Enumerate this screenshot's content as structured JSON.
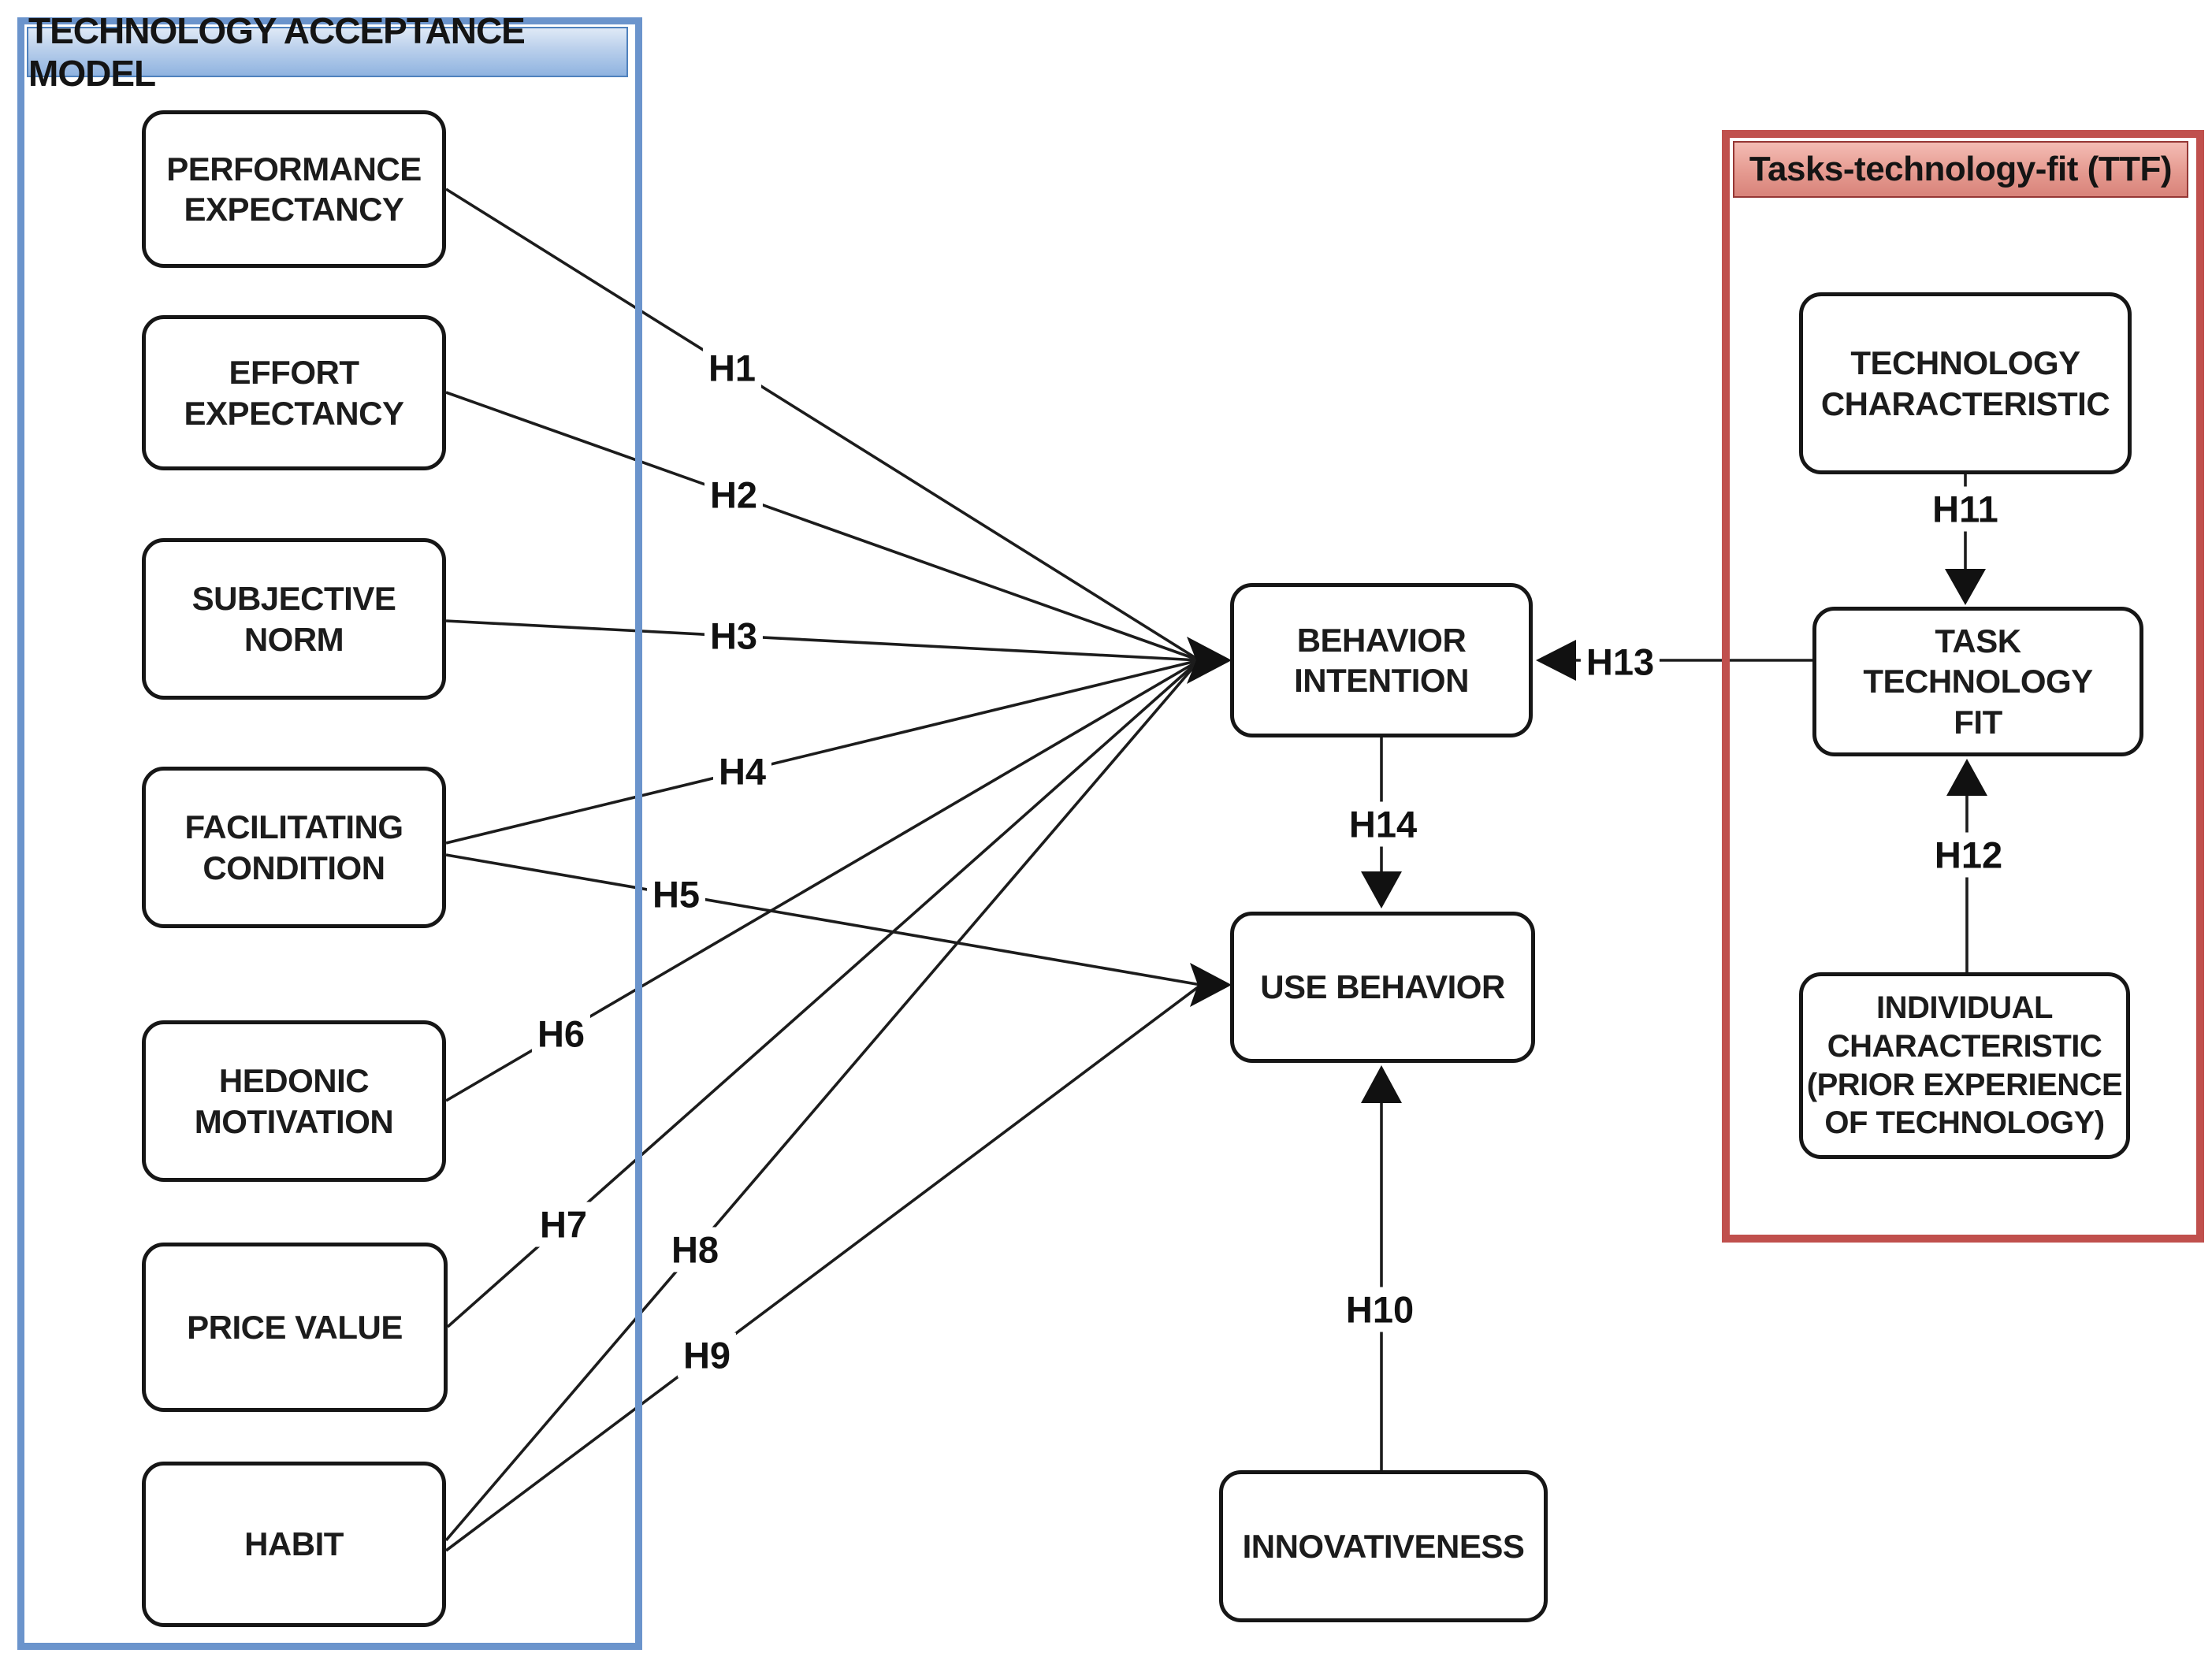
{
  "diagram_title": "TAM and TTF research model",
  "tam": {
    "title": "TECHNOLOGY ACCEPTANCE MODEL",
    "border_color": "#6b94cc",
    "header_border_color": "#4f81bd",
    "header_gradient": [
      "#dfe9f6",
      "#b9cfeb",
      "#8fb3e0"
    ],
    "nodes": [
      {
        "id": "performance-expectancy",
        "label": "PERFORMANCE\nEXPECTANCY"
      },
      {
        "id": "effort-expectancy",
        "label": "EFFORT\nEXPECTANCY"
      },
      {
        "id": "subjective-norm",
        "label": "SUBJECTIVE NORM"
      },
      {
        "id": "facilitating-condition",
        "label": "FACILITATING\nCONDITION"
      },
      {
        "id": "hedonic-motivation",
        "label": "HEDONIC\nMOTIVATION"
      },
      {
        "id": "price-value",
        "label": "PRICE VALUE"
      },
      {
        "id": "habit",
        "label": "HABIT"
      }
    ]
  },
  "center": {
    "nodes": [
      {
        "id": "behavior-intention",
        "label": "BEHAVIOR\nINTENTION"
      },
      {
        "id": "use-behavior",
        "label": "USE BEHAVIOR"
      },
      {
        "id": "innovativeness",
        "label": "INNOVATIVENESS"
      }
    ]
  },
  "ttf": {
    "title": "Tasks-technology-fit (TTF)",
    "border_color": "#c0504d",
    "header_border_color": "#953735",
    "header_gradient": [
      "#f4bcb4",
      "#e59a90",
      "#d8837a"
    ],
    "nodes": [
      {
        "id": "technology-characteristic",
        "label": "TECHNOLOGY\nCHARACTERISTIC"
      },
      {
        "id": "task-technology-fit",
        "label": "TASK TECHNOLOGY\nFIT"
      },
      {
        "id": "individual-characteristic",
        "label": "INDIVIDUAL\nCHARACTERISTIC\n(PRIOR EXPERIENCE\nOF TECHNOLOGY)"
      }
    ]
  },
  "edges": [
    {
      "label": "H1",
      "from": "performance-expectancy",
      "to": "behavior-intention"
    },
    {
      "label": "H2",
      "from": "effort-expectancy",
      "to": "behavior-intention"
    },
    {
      "label": "H3",
      "from": "subjective-norm",
      "to": "behavior-intention"
    },
    {
      "label": "H4",
      "from": "facilitating-condition",
      "to": "behavior-intention"
    },
    {
      "label": "H5",
      "from": "facilitating-condition",
      "to": "use-behavior"
    },
    {
      "label": "H6",
      "from": "hedonic-motivation",
      "to": "behavior-intention"
    },
    {
      "label": "H7",
      "from": "price-value",
      "to": "behavior-intention"
    },
    {
      "label": "H8",
      "from": "habit",
      "to": "behavior-intention"
    },
    {
      "label": "H9",
      "from": "habit",
      "to": "use-behavior"
    },
    {
      "label": "H10",
      "from": "innovativeness",
      "to": "use-behavior"
    },
    {
      "label": "H11",
      "from": "technology-characteristic",
      "to": "task-technology-fit"
    },
    {
      "label": "H12",
      "from": "individual-characteristic",
      "to": "task-technology-fit"
    },
    {
      "label": "H13",
      "from": "task-technology-fit",
      "to": "behavior-intention"
    },
    {
      "label": "H14",
      "from": "behavior-intention",
      "to": "use-behavior"
    }
  ],
  "line_color": "#1c1c1c"
}
